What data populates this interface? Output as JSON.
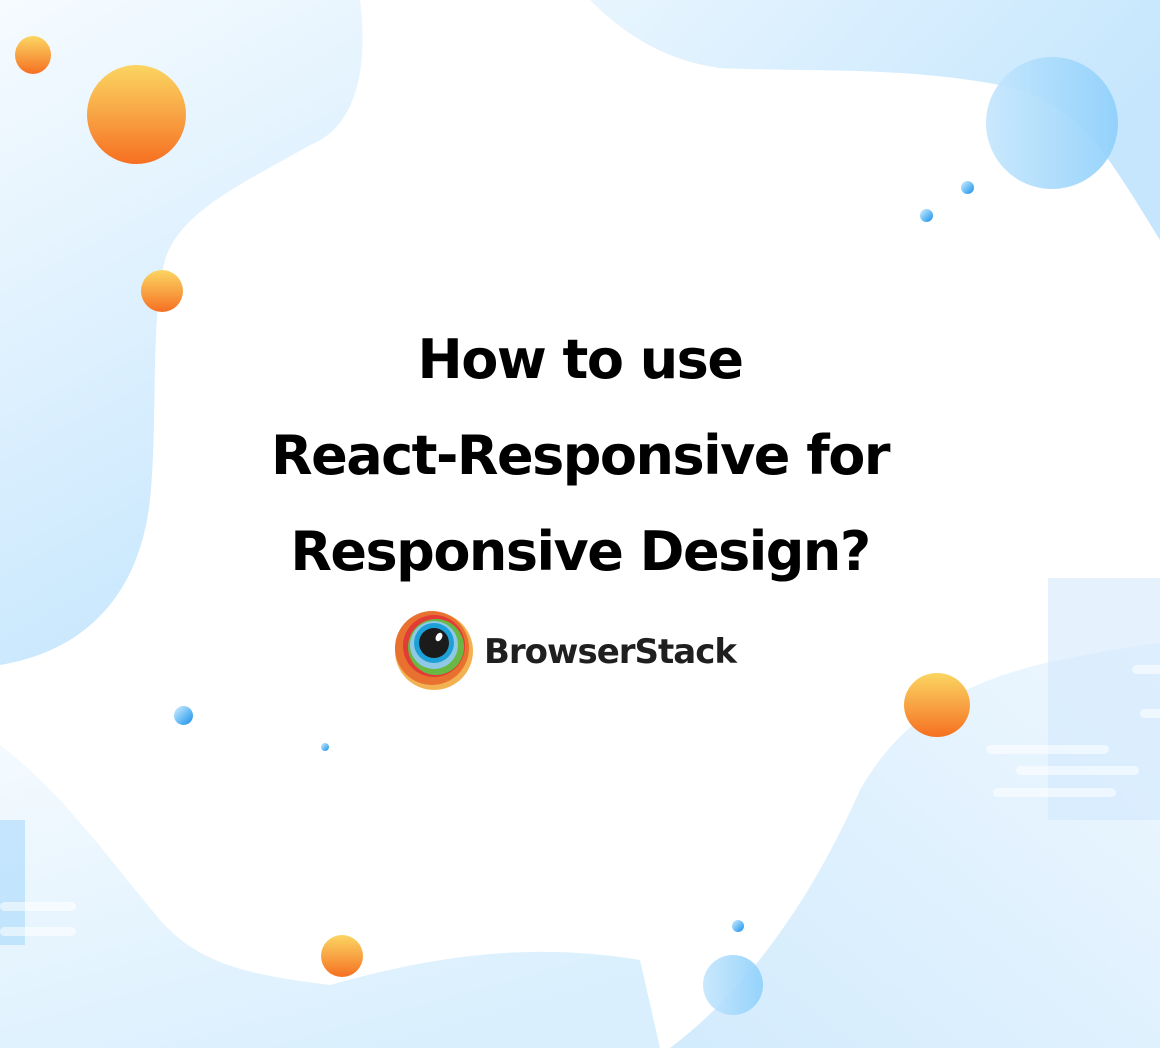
{
  "title": {
    "lines": [
      "How to use",
      "React-Responsive for",
      "Responsive Design?"
    ]
  },
  "brand": {
    "name": "BrowserStack",
    "logo_icon": "browserstack-eye-logo-icon"
  },
  "colors": {
    "background": "#ffffff",
    "blob_light_blue": "#d4ecfd",
    "orange_top": "#fbd561",
    "orange_bottom": "#f66f21",
    "blue_circle": "#8fd0fb",
    "text": "#000000"
  }
}
